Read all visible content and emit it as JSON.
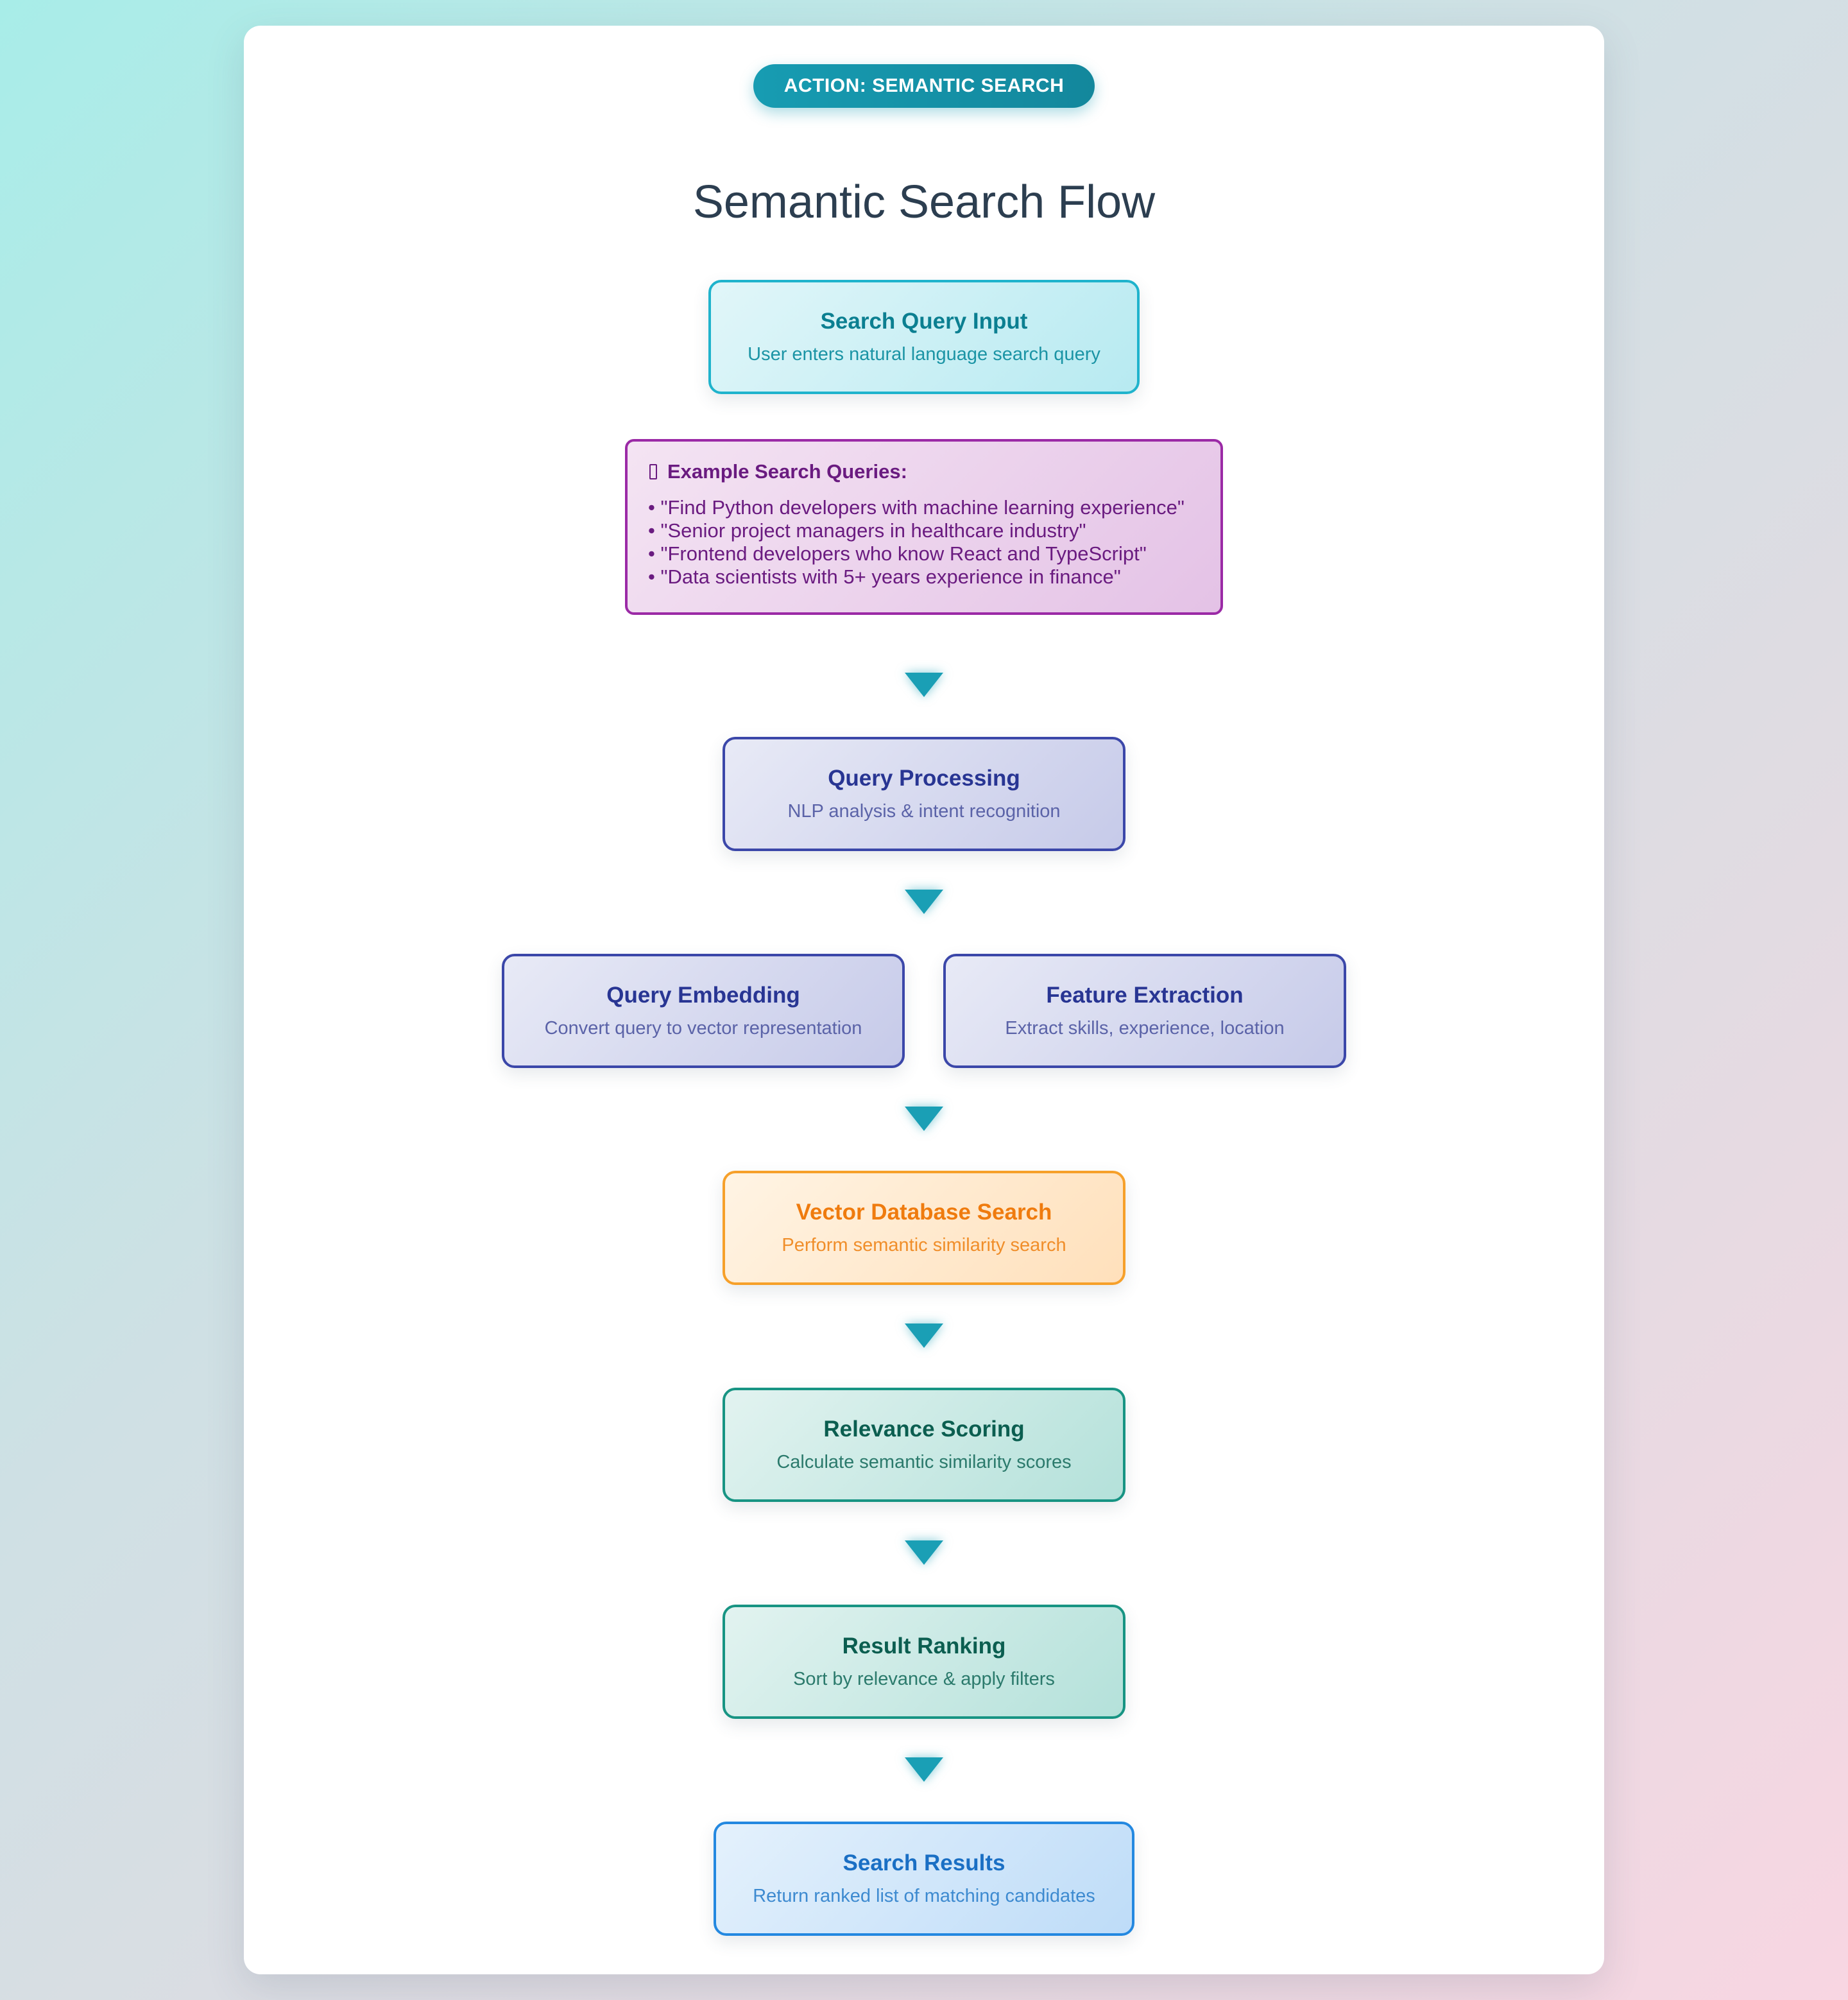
{
  "header": {
    "badge": "ACTION: SEMANTIC SEARCH",
    "title": "Semantic Search Flow"
  },
  "nodes": {
    "search_query_input": {
      "title": "Search Query Input",
      "description": "User enters natural language search query"
    },
    "examples": {
      "title": "Example Search Queries:",
      "items": [
        "\"Find Python developers with machine learning experience\"",
        "\"Senior project managers in healthcare industry\"",
        "\"Frontend developers who know React and TypeScript\"",
        "\"Data scientists with 5+ years experience in finance\""
      ]
    },
    "query_processing": {
      "title": "Query Processing",
      "description": "NLP analysis & intent recognition"
    },
    "query_embedding": {
      "title": "Query Embedding",
      "description": "Convert query to vector representation"
    },
    "feature_extraction": {
      "title": "Feature Extraction",
      "description": "Extract skills, experience, location"
    },
    "vector_database_search": {
      "title": "Vector Database Search",
      "description": "Perform semantic similarity search"
    },
    "relevance_scoring": {
      "title": "Relevance Scoring",
      "description": "Calculate semantic similarity scores"
    },
    "result_ranking": {
      "title": "Result Ranking",
      "description": "Sort by relevance & apply filters"
    },
    "search_results": {
      "title": "Search Results",
      "description": "Return ranked list of matching candidates"
    }
  },
  "colors": {
    "accent": "#179cb2",
    "input": "#1fb3cc",
    "processing": "#3b47a9",
    "database": "#f6a02a",
    "scoring": "#179483",
    "results": "#2388e0",
    "examples": "#9b2aa6"
  }
}
